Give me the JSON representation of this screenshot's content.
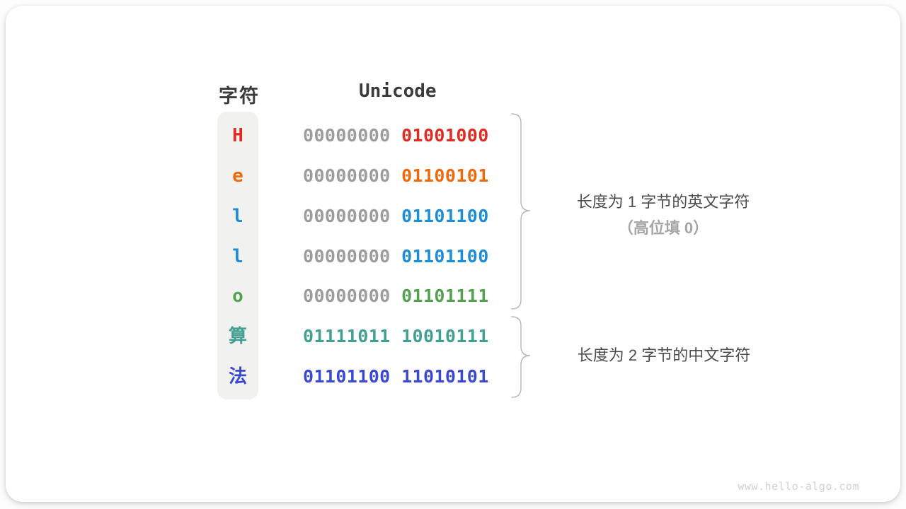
{
  "table": {
    "headers": {
      "char": "字符",
      "unicode": "Unicode"
    },
    "rows": [
      {
        "char": "H",
        "color": "#e02a22",
        "byte1": "00000000",
        "byte2": "01001000",
        "byte1_colored": false
      },
      {
        "char": "e",
        "color": "#ee6a0d",
        "byte1": "00000000",
        "byte2": "01100101",
        "byte1_colored": false
      },
      {
        "char": "l",
        "color": "#1c8dd8",
        "byte1": "00000000",
        "byte2": "01101100",
        "byte1_colored": false
      },
      {
        "char": "l",
        "color": "#1c8dd8",
        "byte1": "00000000",
        "byte2": "01101100",
        "byte1_colored": false
      },
      {
        "char": "o",
        "color": "#54a14f",
        "byte1": "00000000",
        "byte2": "01101111",
        "byte1_colored": false
      },
      {
        "char": "算",
        "color": "#42a093",
        "byte1": "01111011",
        "byte2": "10010111",
        "byte1_colored": true
      },
      {
        "char": "法",
        "color": "#3a48d3",
        "byte1": "01101100",
        "byte2": "11010101",
        "byte1_colored": true
      }
    ]
  },
  "annotations": {
    "group1": {
      "line1": "长度为 1 字节的英文字符",
      "line2": "（高位填 0）"
    },
    "group2": {
      "line1": "长度为 2 字节的中文字符"
    }
  },
  "watermark": "www.hello-algo.com",
  "colors": {
    "gray_byte": "#9c9c9c",
    "header_text": "#3b3b3b",
    "annotation_primary": "#4d4d4d",
    "annotation_secondary": "#a6a6a6",
    "brace": "#b6b6b6",
    "char_pill_bg": "#f1f1ef",
    "watermark_text": "#d0d0d0"
  }
}
